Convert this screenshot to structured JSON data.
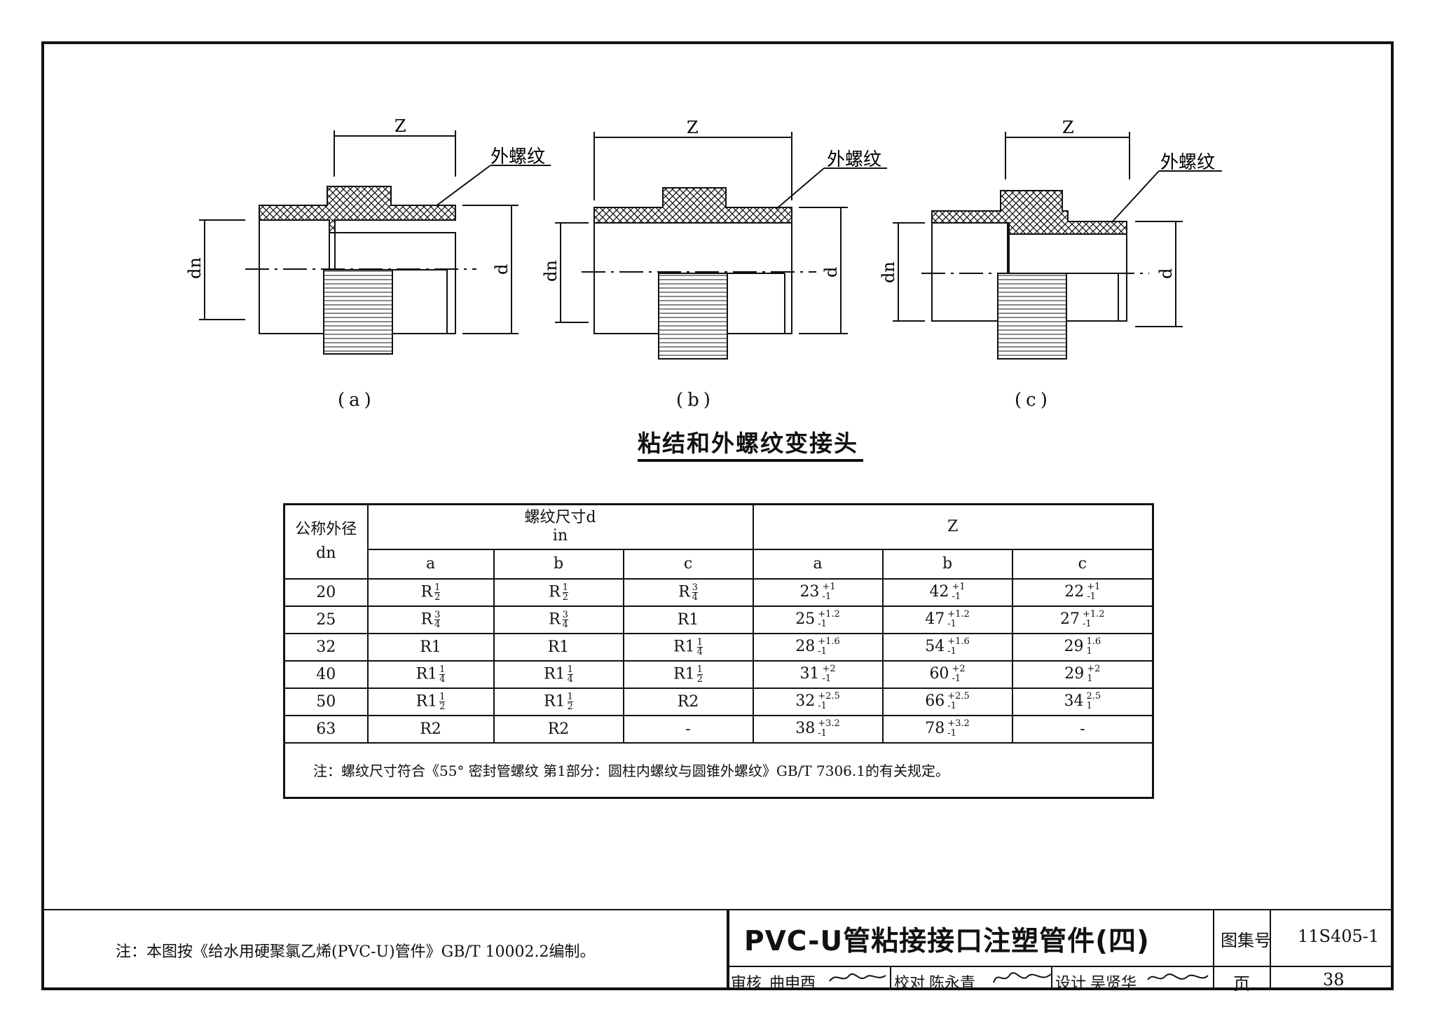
{
  "drawing": {
    "figures": [
      {
        "id": "a",
        "label": "(a)",
        "z_label": "Z",
        "thread_label": "外螺纹",
        "dn_label": "dn",
        "d_label": "d"
      },
      {
        "id": "b",
        "label": "(b)",
        "z_label": "Z",
        "thread_label": "外螺纹",
        "dn_label": "dn",
        "d_label": "d"
      },
      {
        "id": "c",
        "label": "(c)",
        "z_label": "Z",
        "thread_label": "外螺纹",
        "dn_label": "dn",
        "d_label": "d"
      }
    ],
    "title": "粘结和外螺纹变接头"
  },
  "table": {
    "header_dn_line1": "公称外径",
    "header_dn_line2": "dn",
    "header_thread_line1": "螺纹尺寸d",
    "header_thread_line2": "in",
    "header_z": "Z",
    "sub_headers": [
      "a",
      "b",
      "c",
      "a",
      "b",
      "c"
    ],
    "rows": [
      {
        "dn": "20",
        "ta": {
          "main": "R",
          "num": "1",
          "den": "2"
        },
        "tb": {
          "main": "R",
          "num": "1",
          "den": "2"
        },
        "tc": {
          "main": "R",
          "num": "3",
          "den": "4"
        },
        "za": {
          "v": "23",
          "up": "+1",
          "lo": "-1"
        },
        "zb": {
          "v": "42",
          "up": "+1",
          "lo": "-1"
        },
        "zc": {
          "v": "22",
          "up": "+1",
          "lo": "-1"
        }
      },
      {
        "dn": "25",
        "ta": {
          "main": "R",
          "num": "3",
          "den": "4"
        },
        "tb": {
          "main": "R",
          "num": "3",
          "den": "4"
        },
        "tc": {
          "main": "R1",
          "num": "",
          "den": ""
        },
        "za": {
          "v": "25",
          "up": "+1.2",
          "lo": "-1"
        },
        "zb": {
          "v": "47",
          "up": "+1.2",
          "lo": "-1"
        },
        "zc": {
          "v": "27",
          "up": "+1.2",
          "lo": "-1"
        }
      },
      {
        "dn": "32",
        "ta": {
          "main": "R1",
          "num": "",
          "den": ""
        },
        "tb": {
          "main": "R1",
          "num": "",
          "den": ""
        },
        "tc": {
          "main": "R1",
          "num": "1",
          "den": "4"
        },
        "za": {
          "v": "28",
          "up": "+1.6",
          "lo": "-1"
        },
        "zb": {
          "v": "54",
          "up": "+1.6",
          "lo": "-1"
        },
        "zc": {
          "v": "29",
          "up": "1.6",
          "lo": "1"
        }
      },
      {
        "dn": "40",
        "ta": {
          "main": "R1",
          "num": "1",
          "den": "4"
        },
        "tb": {
          "main": "R1",
          "num": "1",
          "den": "4"
        },
        "tc": {
          "main": "R1",
          "num": "1",
          "den": "2"
        },
        "za": {
          "v": "31",
          "up": "+2",
          "lo": "-1"
        },
        "zb": {
          "v": "60",
          "up": "+2",
          "lo": "-1"
        },
        "zc": {
          "v": "29",
          "up": "+2",
          "lo": "1"
        }
      },
      {
        "dn": "50",
        "ta": {
          "main": "R1",
          "num": "1",
          "den": "2"
        },
        "tb": {
          "main": "R1",
          "num": "1",
          "den": "2"
        },
        "tc": {
          "main": "R2",
          "num": "",
          "den": ""
        },
        "za": {
          "v": "32",
          "up": "+2.5",
          "lo": "-1"
        },
        "zb": {
          "v": "66",
          "up": "+2.5",
          "lo": "-1"
        },
        "zc": {
          "v": "34",
          "up": "2.5",
          "lo": "1"
        }
      },
      {
        "dn": "63",
        "ta": {
          "main": "R2",
          "num": "",
          "den": ""
        },
        "tb": {
          "main": "R2",
          "num": "",
          "den": ""
        },
        "tc": {
          "main": "-",
          "num": "",
          "den": ""
        },
        "za": {
          "v": "38",
          "up": "+3.2",
          "lo": "-1"
        },
        "zb": {
          "v": "78",
          "up": "+3.2",
          "lo": "-1"
        },
        "zc": {
          "v": "-",
          "up": "",
          "lo": ""
        }
      }
    ],
    "note": "注：螺纹尺寸符合《55° 密封管螺纹 第1部分：圆柱内螺纹与圆锥外螺纹》GB/T 7306.1的有关规定。"
  },
  "title_block": {
    "footnote": "注：本图按《给水用硬聚氯乙烯(PVC-U)管件》GB/T 10002.2编制。",
    "drawing_title": "PVC-U管粘接接口注塑管件(四)",
    "atlas_label": "图集号",
    "atlas_no": "11S405-1",
    "page_label": "页",
    "page_no": "38",
    "review_label": "审核",
    "review_name": "曲申酉",
    "check_label": "校对",
    "check_name": "陈永青",
    "design_label": "设计",
    "design_name": "吴贤华"
  }
}
